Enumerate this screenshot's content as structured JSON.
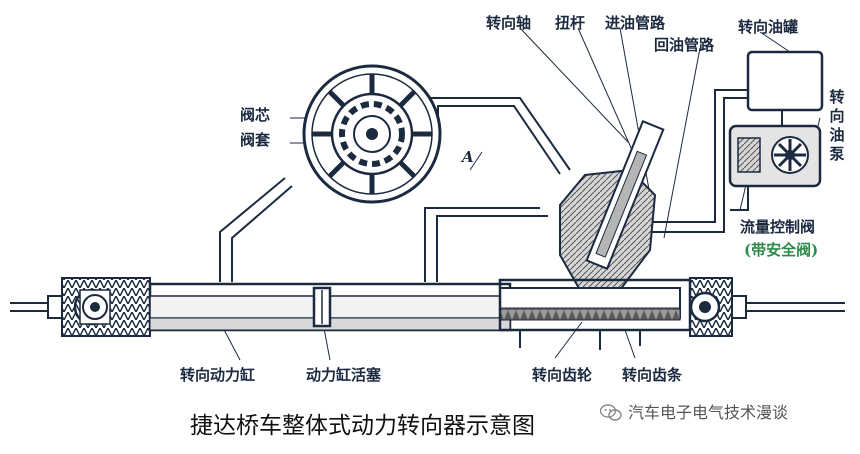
{
  "labels": {
    "steering_shaft": "转向轴",
    "torsion_bar": "扭杆",
    "inlet_pipe": "进油管路",
    "oil_tank": "转向油罐",
    "return_pipe": "回油管路",
    "valve_core": "阀芯",
    "valve_sleeve": "阀套",
    "section_mark": "A",
    "pump": "转向油泵",
    "flow_valve": "流量控制阀",
    "safety_valve": "(带安全阀)",
    "cylinder": "转向动力缸",
    "piston": "动力缸活塞",
    "pinion": "转向齿轮",
    "rack": "转向齿条"
  },
  "caption": "捷达桥车整体式动力转向器示意图",
  "watermark": "汽车电子电气技术漫谈",
  "colors": {
    "line": "#1c2a40",
    "label_green": "#2e8a4a",
    "hatch_gray": "#8a8a8a"
  }
}
